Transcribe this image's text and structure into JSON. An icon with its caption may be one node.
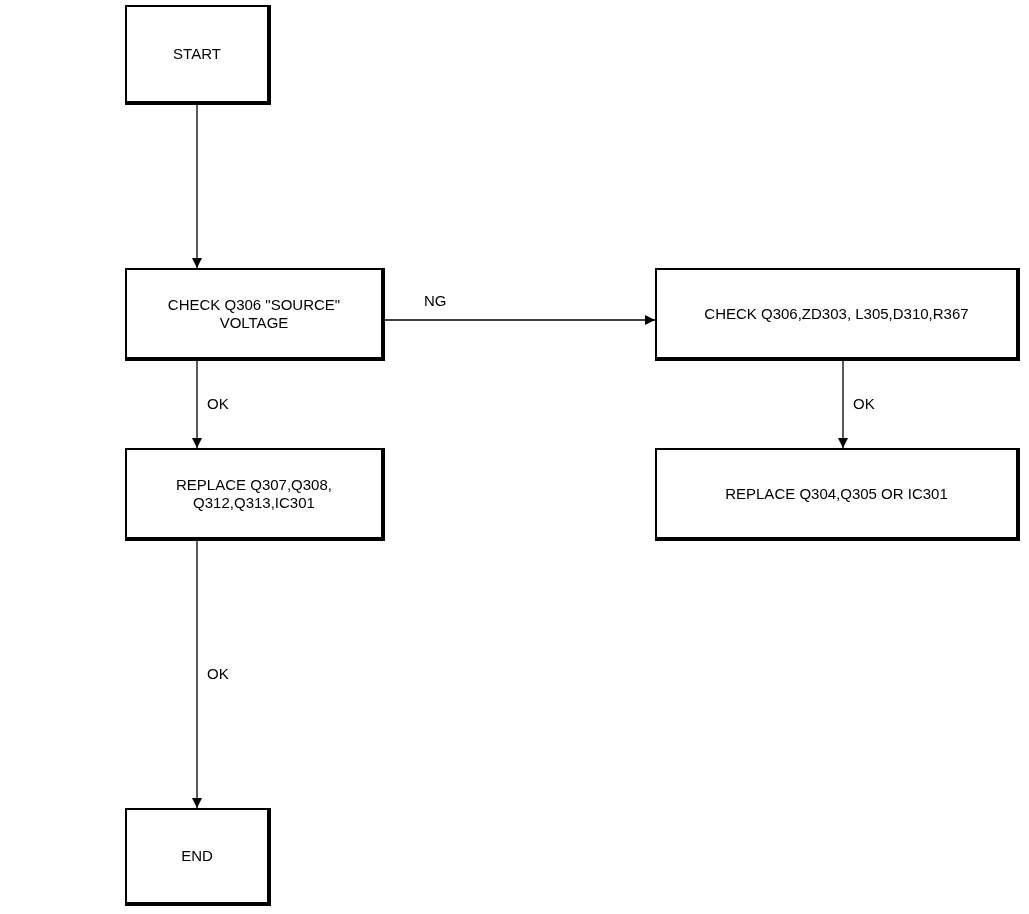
{
  "diagram": {
    "nodes": [
      {
        "text": [
          "START"
        ]
      },
      {
        "text": [
          "CHECK Q306 \"SOURCE\" VOLTAGE"
        ]
      },
      {
        "text": [
          "CHECK Q306,ZD303, L305,D310,R367"
        ]
      },
      {
        "text": [
          "REPLACE Q307,Q308, Q312,Q313,IC301"
        ]
      },
      {
        "text": [
          "REPLACE Q304,Q305 OR IC301"
        ]
      },
      {
        "text": [
          "END"
        ]
      }
    ],
    "edges": [
      {
        "from": 0,
        "to": 1,
        "arrow": "to"
      },
      {
        "from": 1,
        "to": 2,
        "arrow": "to",
        "label": "NG"
      },
      {
        "from": 1,
        "to": 3,
        "arrow": "to",
        "label": "OK"
      },
      {
        "from": 2,
        "to": 4,
        "arrow": "to",
        "label": "OK"
      },
      {
        "from": 3,
        "to": 5,
        "arrow": "to",
        "label": "OK"
      }
    ]
  }
}
